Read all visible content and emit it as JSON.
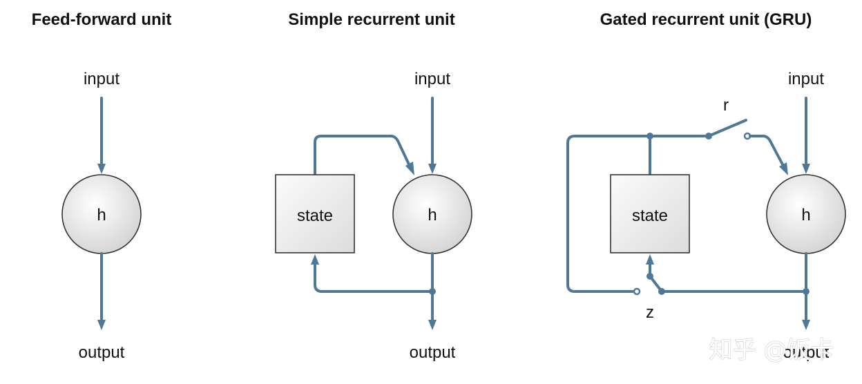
{
  "panels": {
    "feedforward": {
      "title": "Feed-forward unit",
      "input": "input",
      "output": "output",
      "unit": "h"
    },
    "simple": {
      "title": "Simple recurrent unit",
      "input": "input",
      "output": "output",
      "unit": "h",
      "state": "state"
    },
    "gru": {
      "title": "Gated recurrent unit (GRU)",
      "input": "input",
      "output": "output",
      "unit": "h",
      "state": "state",
      "reset_gate": "r",
      "update_gate": "z"
    }
  },
  "watermark": "知乎 @饭卡",
  "colors": {
    "wire": "#4f7896",
    "node_fill_center": "#ffffff",
    "node_fill_edge": "#d6d6d6",
    "node_stroke": "#333333"
  }
}
